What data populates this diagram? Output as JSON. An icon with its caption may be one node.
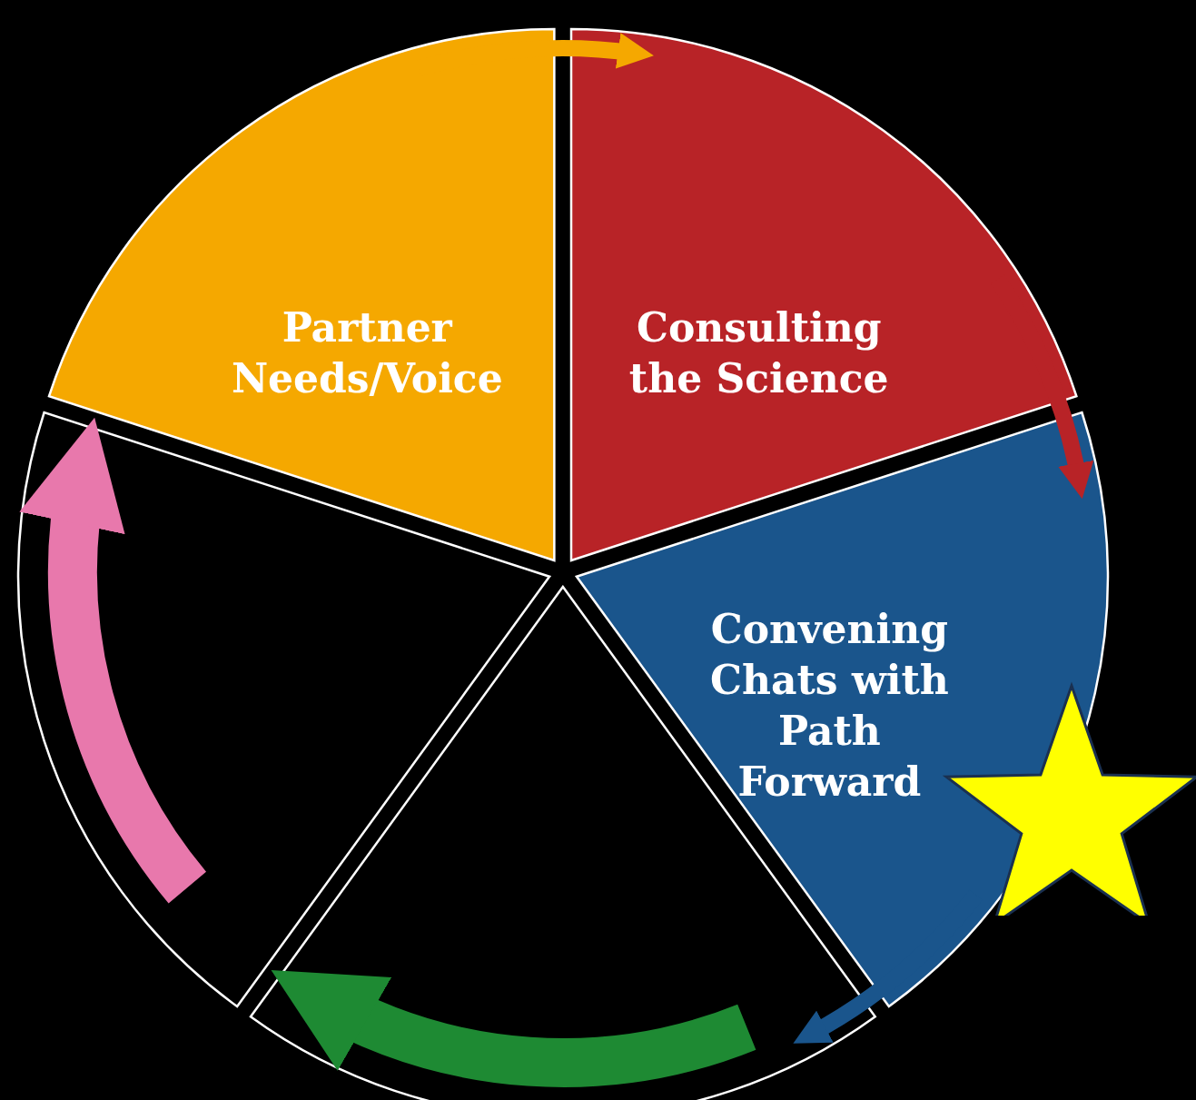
{
  "diagram": {
    "nodes": [
      {
        "text": [
          "Partner Needs/Voice"
        ]
      },
      {
        "text": [
          "Consulting the Science"
        ]
      },
      {
        "text": [
          "Convening Chats with Path Forward"
        ]
      },
      {
        "text": [],
        "shape": "sector"
      },
      {
        "text": [],
        "shape": "sector"
      }
    ],
    "edges": [
      {
        "from": 0,
        "to": 1,
        "arrow": "to",
        "color": "#f5a800"
      },
      {
        "from": 1,
        "to": 2,
        "arrow": "to",
        "color": "#b82327"
      },
      {
        "from": 2,
        "to": 3,
        "arrow": "to",
        "color": "#1a558c"
      },
      {
        "from": 3,
        "to": 4,
        "arrow": "to",
        "style": "thick",
        "color": "#1e8a33"
      },
      {
        "from": 4,
        "to": 0,
        "arrow": "to",
        "style": "thick",
        "color": "#e878ac"
      }
    ]
  }
}
